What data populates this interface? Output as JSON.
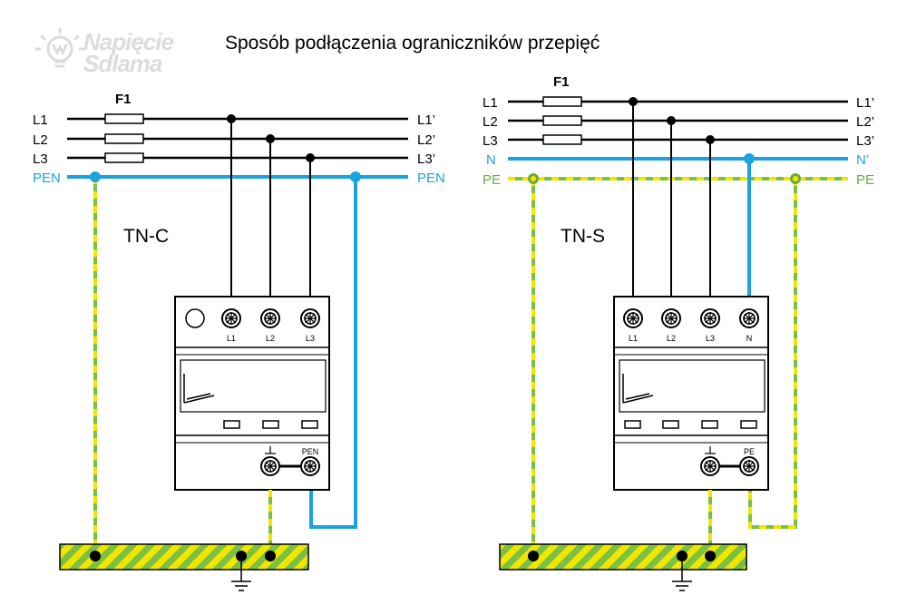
{
  "title": "Sposób podłączenia ograniczników przepięć",
  "logo": {
    "line1": "Napięcie",
    "line2": "Sdlama"
  },
  "colors": {
    "neutral_blue": "#1aa3e0",
    "pe_green": "#7ac143",
    "pe_yellow": "#f2e600",
    "wire": "#000000"
  },
  "tnc": {
    "system_label": "TN-C",
    "fuse_label": "F1",
    "left_labels": [
      "L1",
      "L2",
      "L3",
      "PEN"
    ],
    "right_labels": [
      "L1’",
      "L2’",
      "L3’",
      "PEN"
    ],
    "terminals": [
      "L1",
      "L2",
      "L3"
    ],
    "bottom_terminal_label": "PEN"
  },
  "tns": {
    "system_label": "TN-S",
    "fuse_label": "F1",
    "left_labels": [
      "L1",
      "L2",
      "L3",
      "N",
      "PE"
    ],
    "right_labels": [
      "L1’",
      "L2’",
      "L3’",
      "N’",
      "PE"
    ],
    "terminals": [
      "L1",
      "L2",
      "L3",
      "N"
    ],
    "bottom_terminal_label": "PE"
  }
}
